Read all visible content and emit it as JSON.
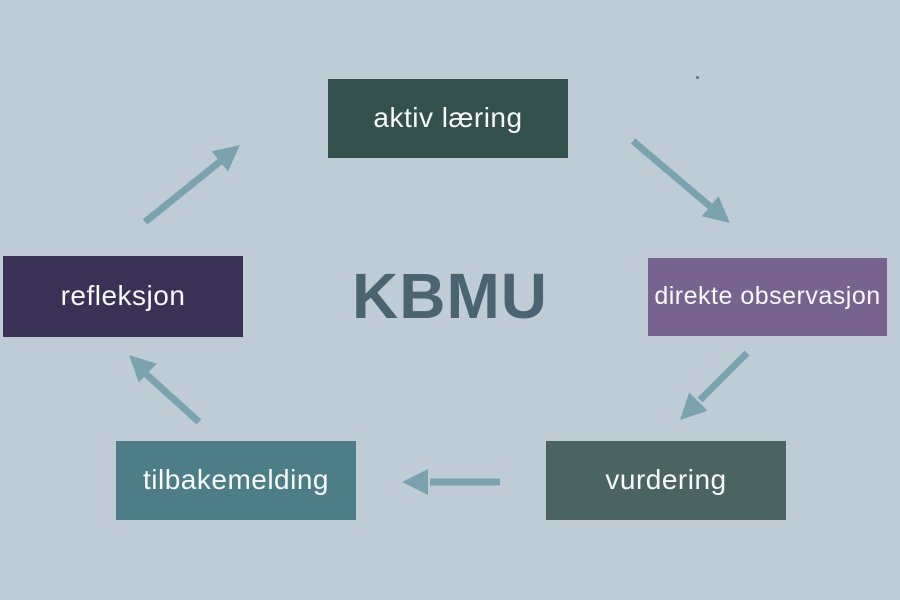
{
  "diagram": {
    "title": "KBMU",
    "background_color": "#c0ccd5",
    "title_color": "#4c6470",
    "arrow_color": "#7aa3ad",
    "node_text_color": "#f7f9fa",
    "nodes": [
      {
        "id": "aktiv-laering",
        "label": "aktiv læring",
        "color": "#33504d"
      },
      {
        "id": "direkte-observasjon",
        "label": "direkte observasjon",
        "color": "#786390"
      },
      {
        "id": "vurdering",
        "label": "vurdering",
        "color": "#4b6462"
      },
      {
        "id": "tilbakemelding",
        "label": "tilbakemelding",
        "color": "#4d7d86"
      },
      {
        "id": "refleksjon",
        "label": "refleksjon",
        "color": "#3a3156"
      }
    ],
    "connections": [
      {
        "from": "aktiv-laering",
        "to": "direkte-observasjon"
      },
      {
        "from": "direkte-observasjon",
        "to": "vurdering"
      },
      {
        "from": "vurdering",
        "to": "tilbakemelding"
      },
      {
        "from": "tilbakemelding",
        "to": "refleksjon"
      },
      {
        "from": "refleksjon",
        "to": "aktiv-laering"
      }
    ]
  }
}
